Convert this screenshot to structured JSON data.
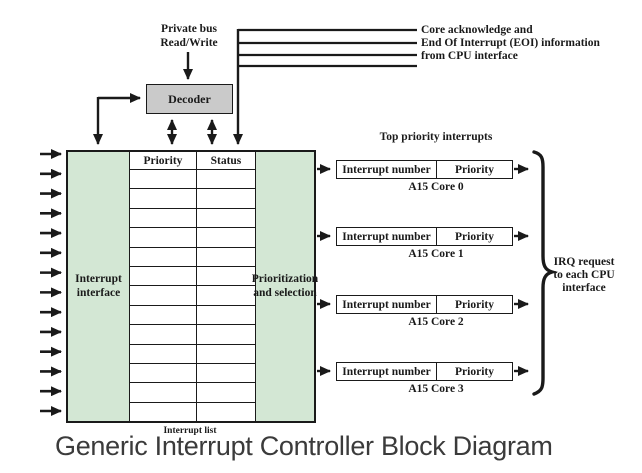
{
  "title": "Generic Interrupt Controller Block Diagram",
  "private_bus": {
    "line1": "Private bus",
    "line2": "Read/Write"
  },
  "decoder": {
    "label": "Decoder"
  },
  "cpu_info": {
    "line1": "Core acknowledge and",
    "line2": "End Of Interrupt (EOI) information",
    "line3": "from CPU interface"
  },
  "main_block": {
    "interrupt_interface": {
      "line1": "Interrupt",
      "line2": "interface"
    },
    "prioritization": {
      "line1": "Prioritization",
      "line2": "and selection"
    },
    "table": {
      "headers": [
        "Priority",
        "Status"
      ],
      "row_count": 13
    },
    "input_arrow_count": 14,
    "caption": "Interrupt list"
  },
  "top_priority_label": "Top priority interrupts",
  "cores": [
    {
      "interrupt_number": "Interrupt number",
      "priority": "Priority",
      "label": "A15 Core 0"
    },
    {
      "interrupt_number": "Interrupt number",
      "priority": "Priority",
      "label": "A15 Core 1"
    },
    {
      "interrupt_number": "Interrupt number",
      "priority": "Priority",
      "label": "A15 Core 2"
    },
    {
      "interrupt_number": "Interrupt number",
      "priority": "Priority",
      "label": "A15 Core 3"
    }
  ],
  "irq_label": {
    "line1": "IRQ request",
    "line2": "to each CPU",
    "line3": "interface"
  },
  "colors": {
    "green": "#d3e7d4",
    "gray": "#cacaca",
    "line": "#1a1a1a",
    "title": "#3b3b3b"
  }
}
